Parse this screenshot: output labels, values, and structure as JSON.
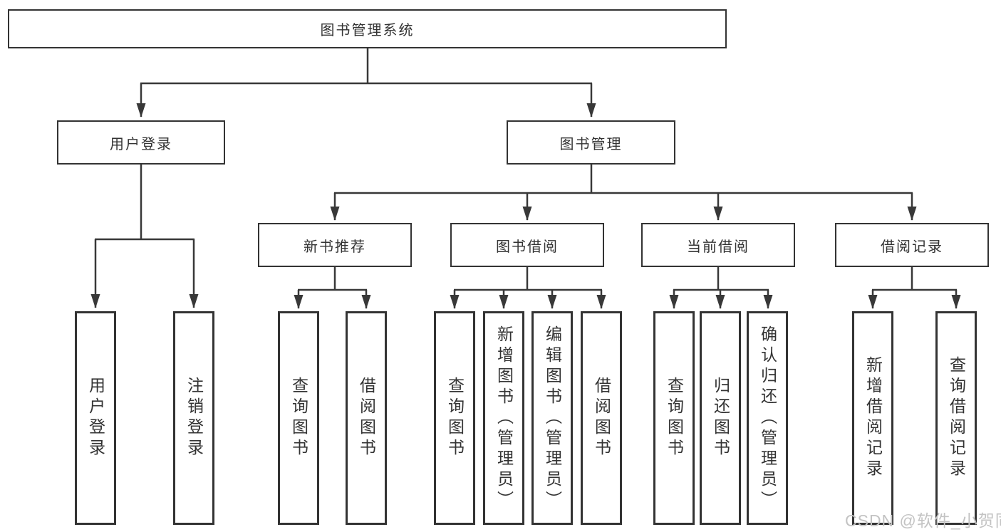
{
  "diagram": {
    "root": {
      "label": "图书管理系统"
    },
    "user_login": {
      "label": "用户登录",
      "children": [
        "用户登录",
        "注销登录"
      ]
    },
    "book_management": {
      "label": "图书管理",
      "modules": [
        {
          "label": "新书推荐",
          "children": [
            "查询图书",
            "借阅图书"
          ]
        },
        {
          "label": "图书借阅",
          "children": [
            "查询图书",
            "新增图书（管理员）",
            "编辑图书（管理员）",
            "借阅图书"
          ]
        },
        {
          "label": "当前借阅",
          "children": [
            "查询图书",
            "归还图书",
            "确认归还（管理员）"
          ]
        },
        {
          "label": "借阅记录",
          "children": [
            "新增借阅记录",
            "查询借阅记录"
          ]
        }
      ]
    }
  },
  "watermark": {
    "text": "CSDN @软件_小贺同学"
  },
  "colors": {
    "line": "#383838",
    "box_border": "#333333",
    "text": "#333333",
    "watermark": "#c3c3c3",
    "background": "#ffffff"
  }
}
